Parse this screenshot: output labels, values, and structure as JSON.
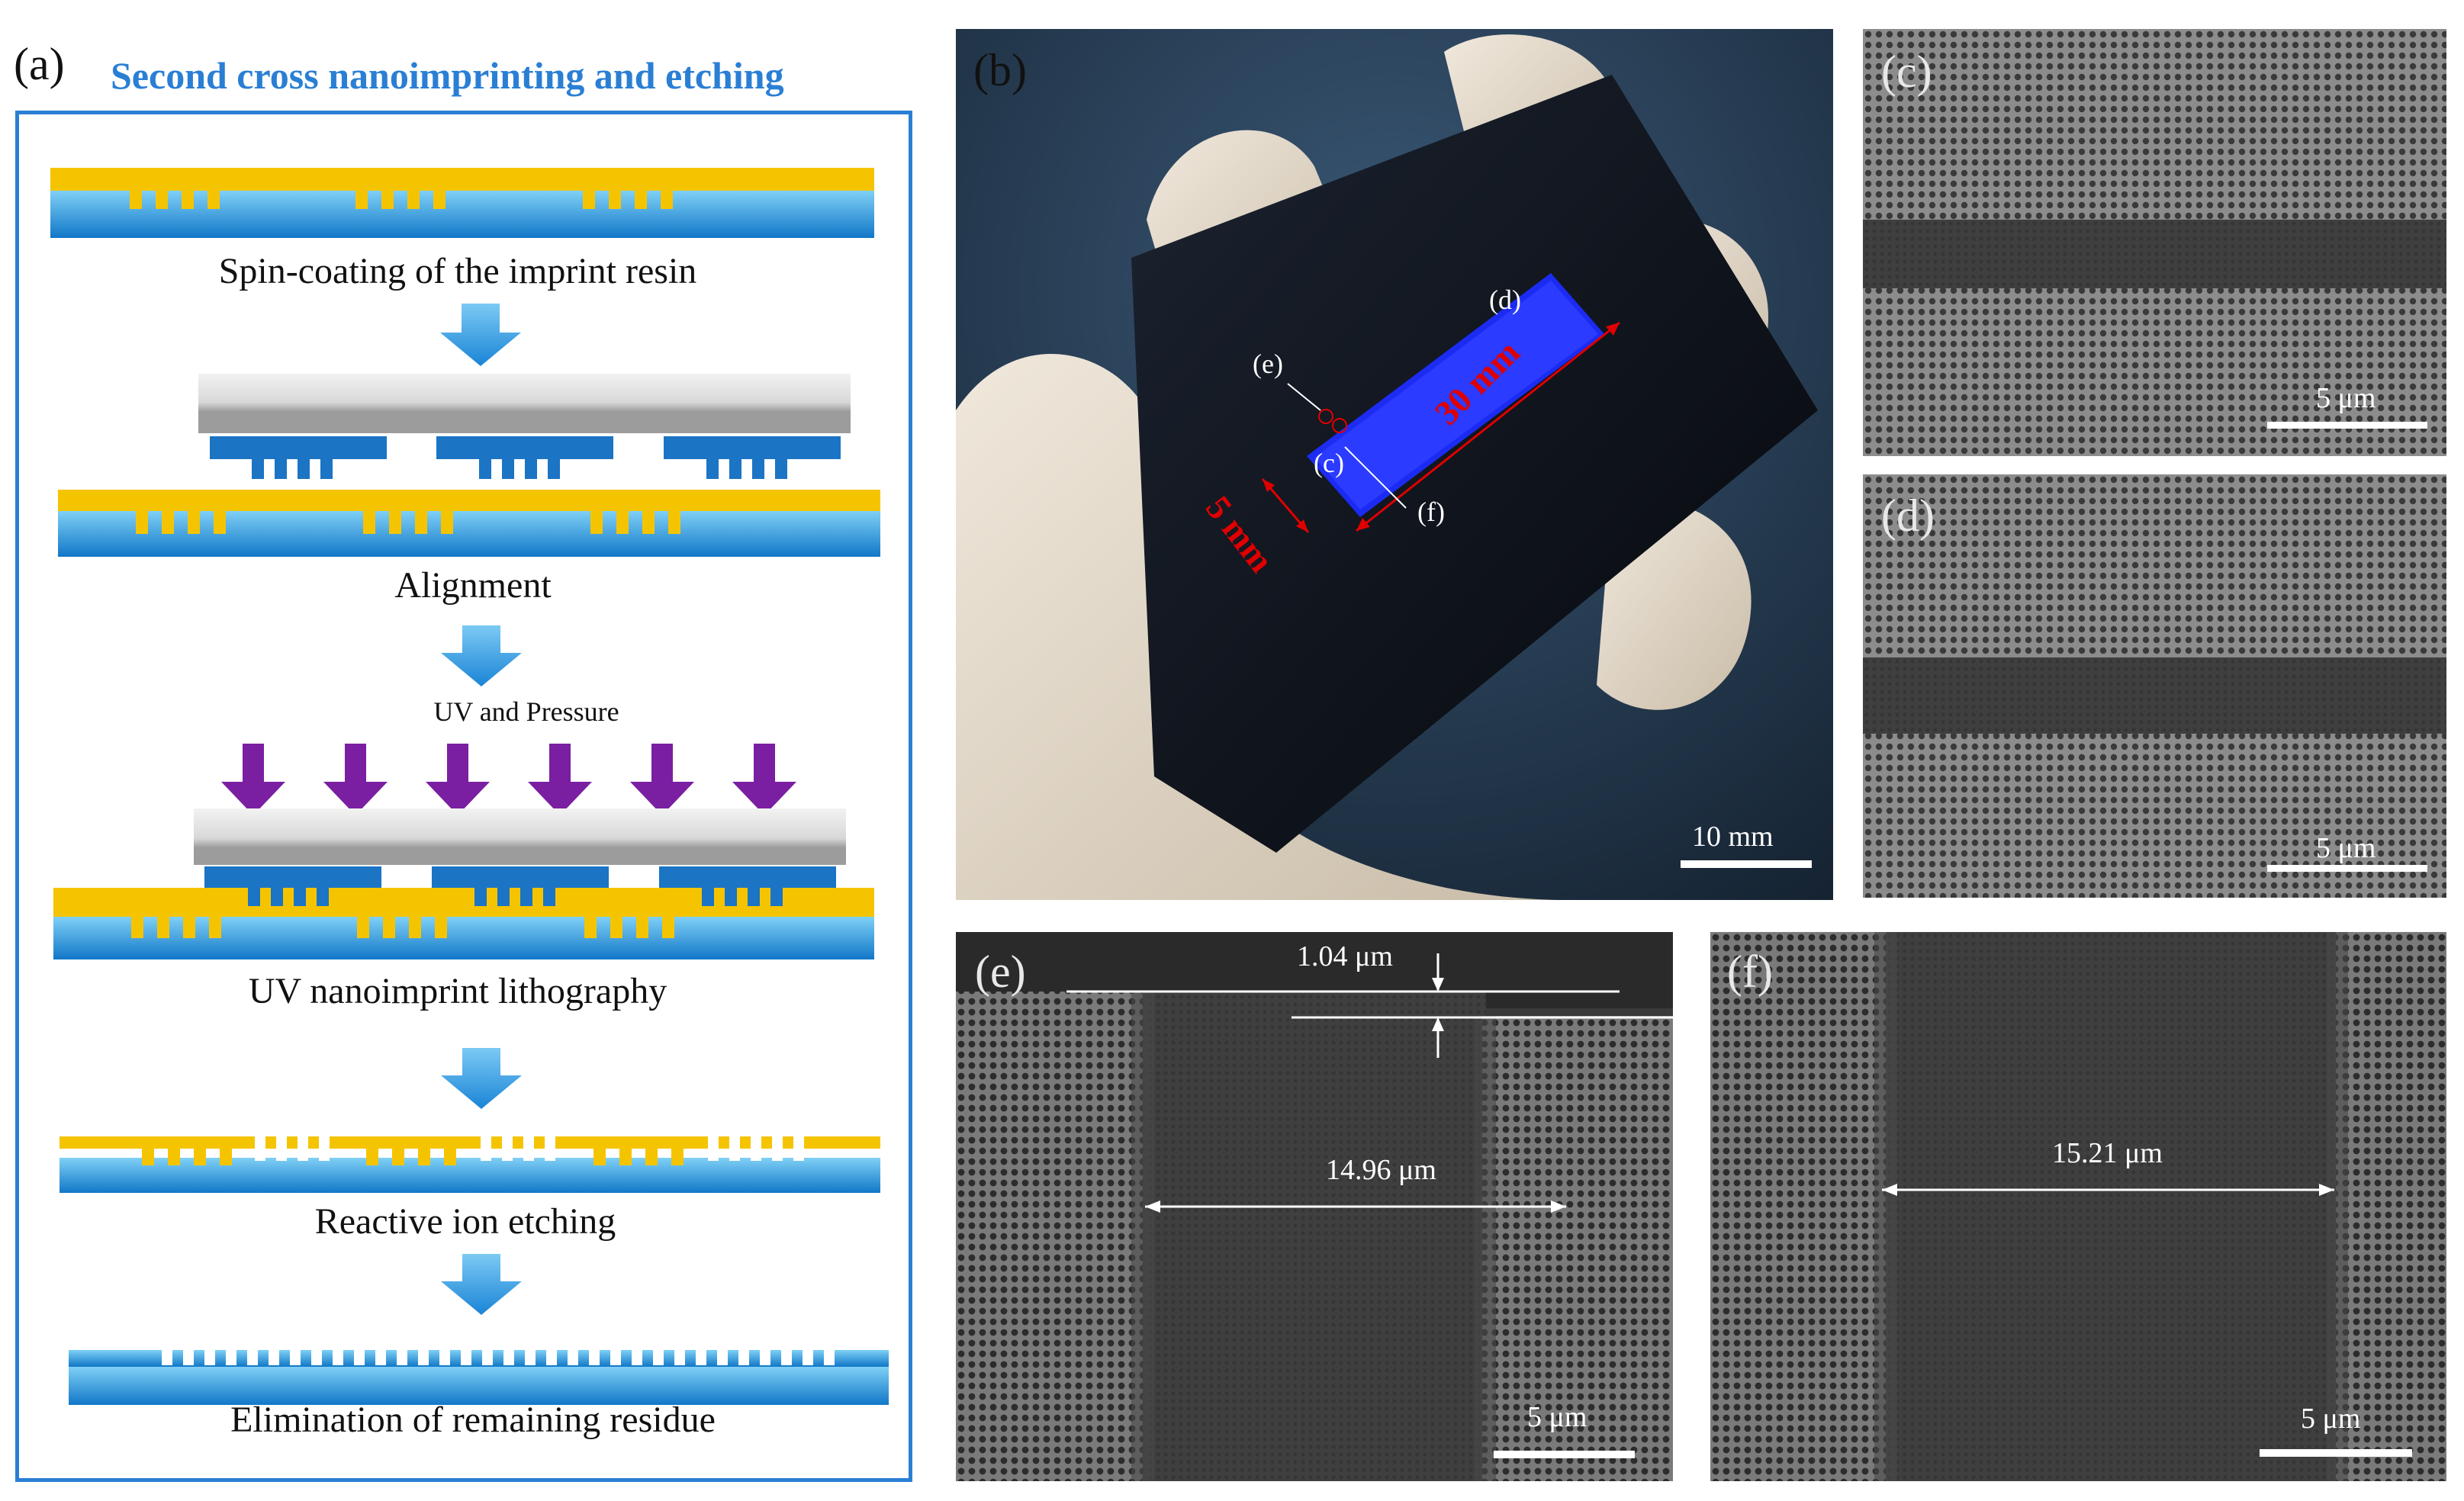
{
  "panel_a": {
    "letter": "(a)",
    "title": "Second cross nanoimprinting and etching",
    "steps": [
      "Spin-coating of the imprint resin",
      "Alignment",
      "UV and Pressure",
      "UV nanoimprint lithography",
      "Reactive ion etching",
      "Elimination of remaining residue"
    ]
  },
  "panel_b": {
    "letter": "(b)",
    "markers": [
      "(d)",
      "(e)",
      "(c)",
      "(f)"
    ],
    "dim_length": "30 mm",
    "dim_width": "5 mm",
    "scale": "10 mm"
  },
  "panel_c": {
    "letter": "(c)",
    "scale": "5 μm"
  },
  "panel_d": {
    "letter": "(d)",
    "scale": "5 μm"
  },
  "panel_e": {
    "letter": "(e)",
    "gap": "1.04 μm",
    "width": "14.96 μm",
    "scale": "5 μm"
  },
  "panel_f": {
    "letter": "(f)",
    "width": "15.21 μm",
    "scale": "5 μm"
  },
  "colors": {
    "blue": "#1e8fd8",
    "resin": "#f5c400",
    "uv_arrow": "#7a1fa2",
    "flow_arrow": "#2b9be0",
    "dim_red": "#e00000",
    "frame": "#2a7fd4"
  }
}
